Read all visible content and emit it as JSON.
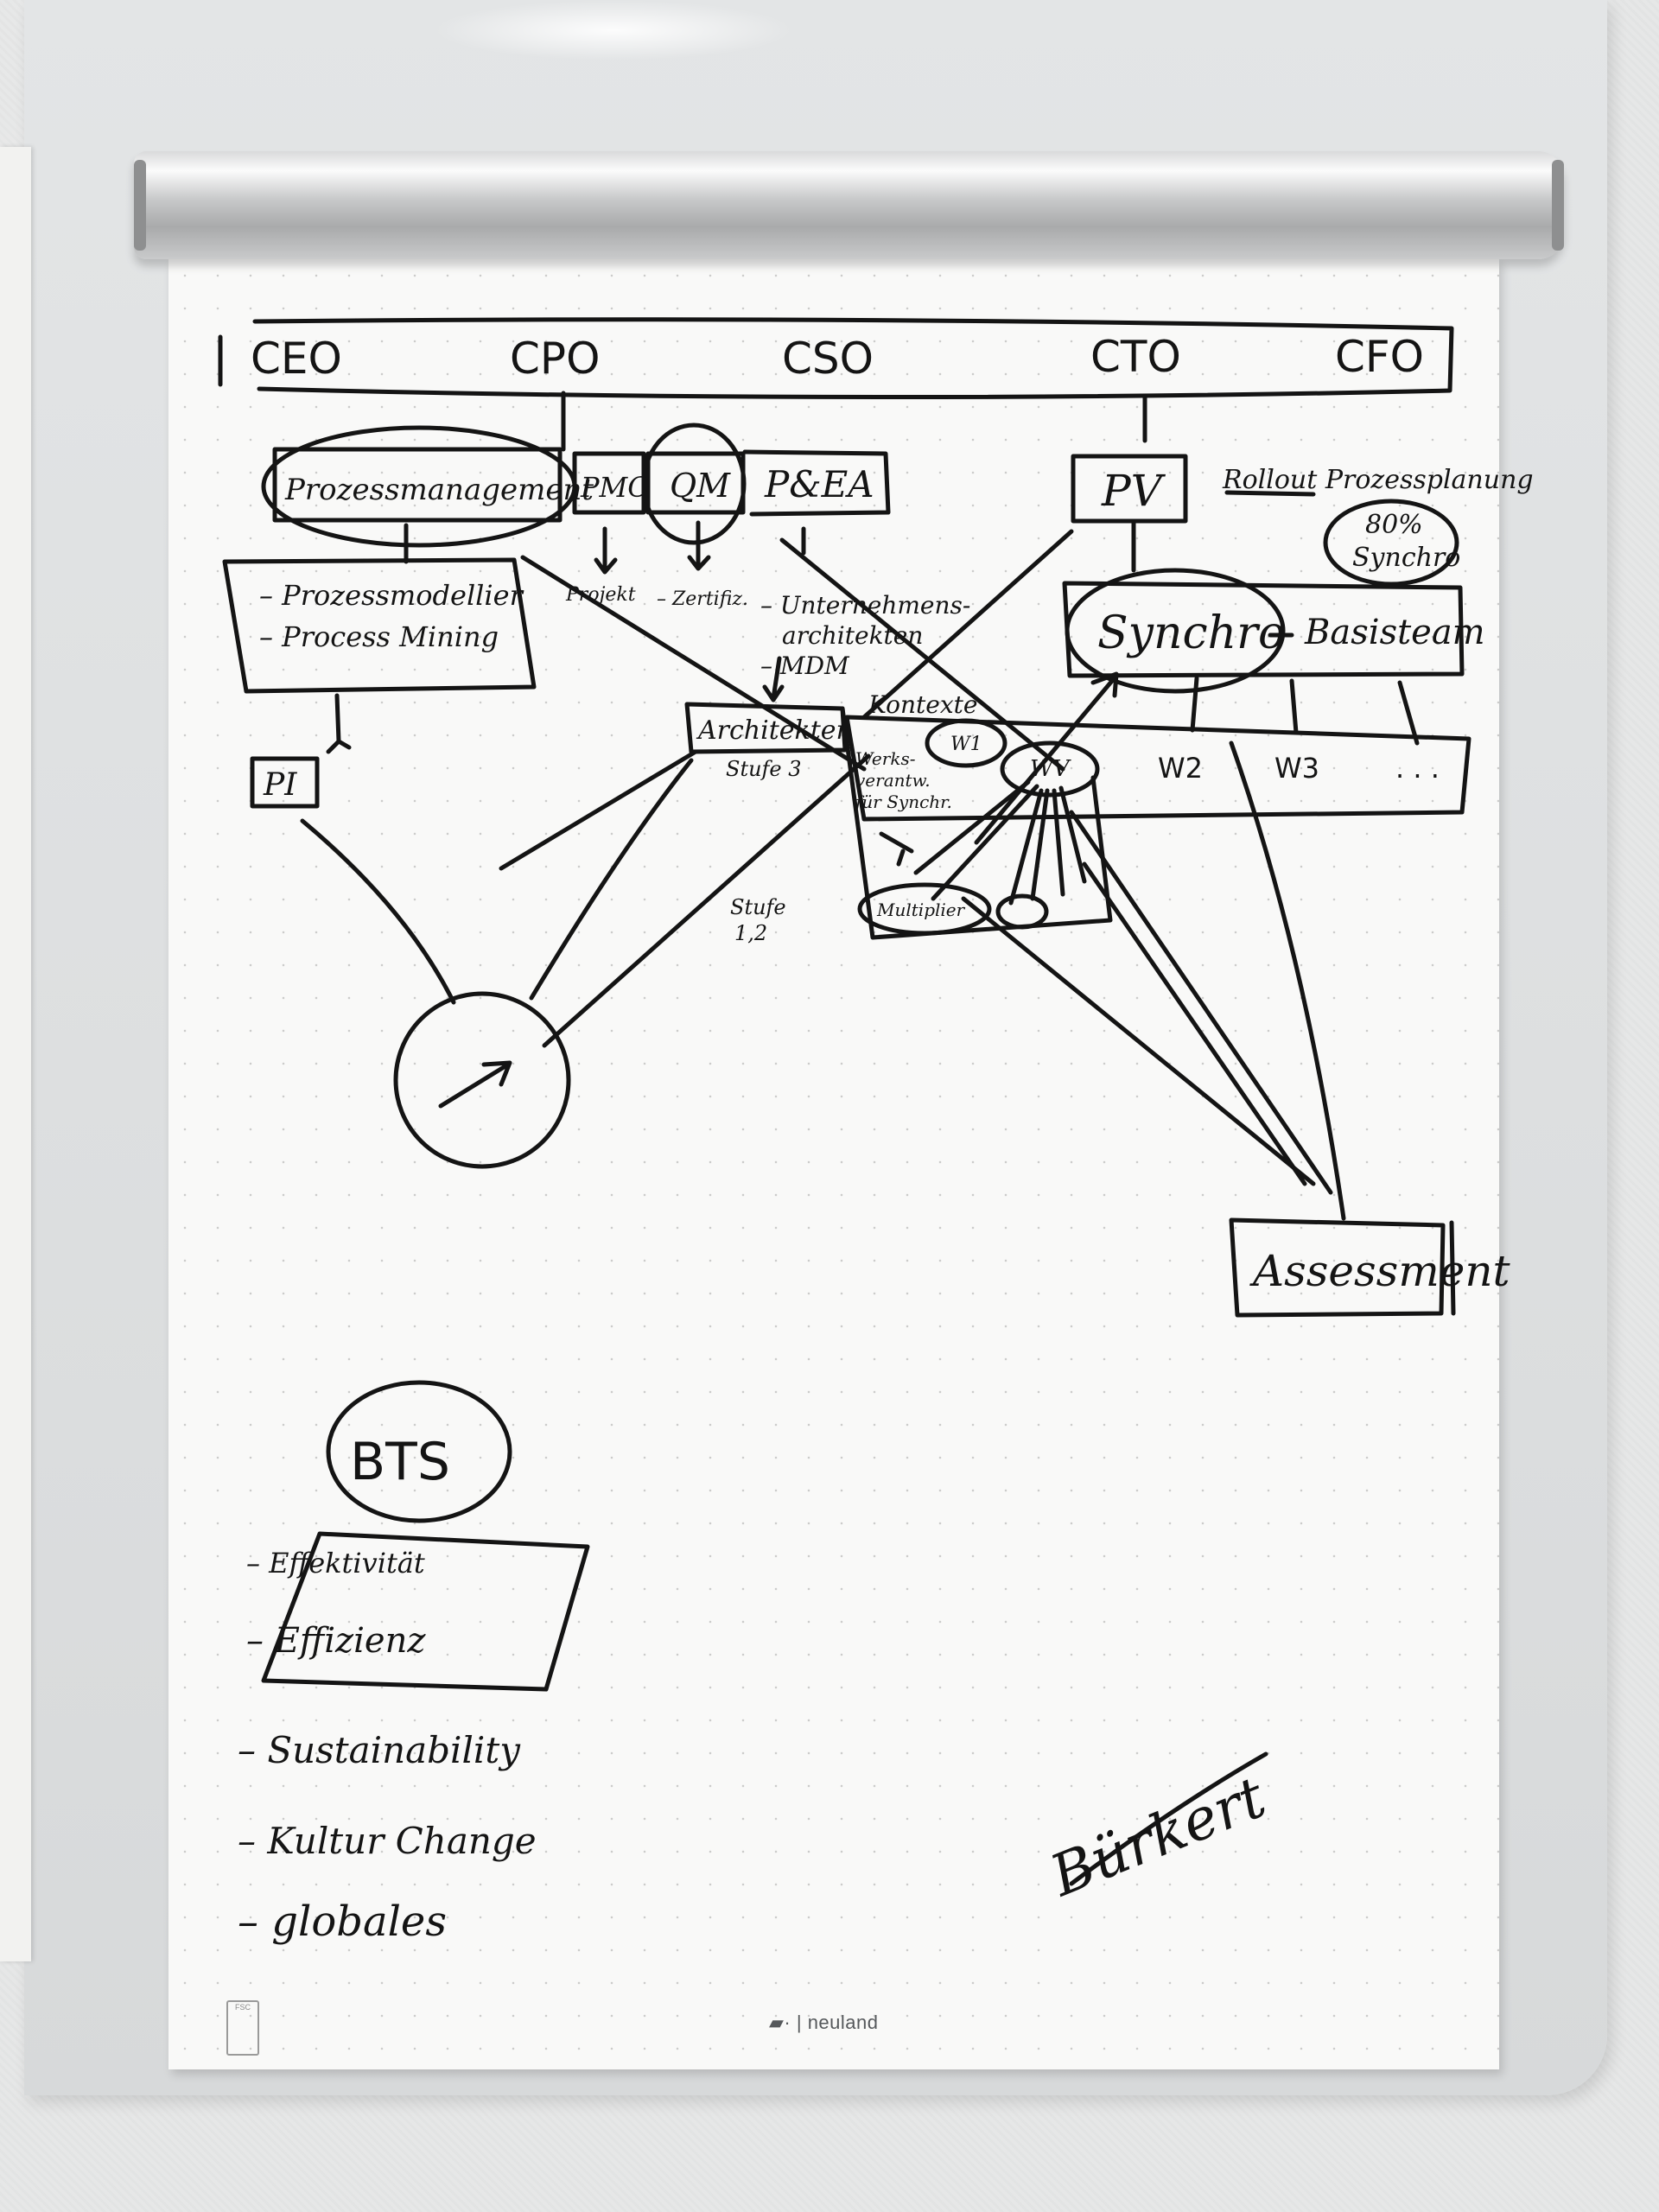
{
  "roles": [
    "CEO",
    "CPO",
    "CSO",
    "CTO",
    "CFO"
  ],
  "boxes": {
    "prozessmanagement": "Prozessmanagement",
    "pmo": "PMO",
    "qm": "QM",
    "pea": "P&EA",
    "pv": "PV",
    "synchro": "Synchro",
    "basisteam": "Basisteam",
    "pi": "PI",
    "architekten": "Architekten",
    "assessment": "Assessment",
    "bts": "BTS"
  },
  "notes": {
    "prozess_list": [
      "– Prozessmodellier",
      "– Process Mining"
    ],
    "projekt": "Projekt",
    "zertifizierung": "– Zertifiz.",
    "unternehmen": [
      "– Unternehmens-",
      "architekten",
      "– MDM"
    ],
    "stufe3": "Stufe 3",
    "stufe12": [
      "Stufe",
      "1,2"
    ],
    "kontexte": "Kontexte",
    "werks": [
      "Werks-",
      "verantw.",
      "für Synchr."
    ],
    "w1": "W1",
    "wv": "WV",
    "w2": "W2",
    "w3": "W3",
    "dots": ". . .",
    "multiplier": "Multiplier",
    "rollout": [
      "Rollout Prozessplanung",
      "80%",
      "Synchro"
    ],
    "bts_list": [
      "– Effektivität",
      "– Effizienz",
      "– Sustainability",
      "– Kultur Change",
      "– globales"
    ],
    "signature": "Bürkert"
  },
  "branding": {
    "logo": "neuland",
    "fsc": "FSC"
  },
  "colors": {
    "ink": "#141414",
    "paper": "#f9f9f8",
    "board": "#dcdedf"
  }
}
